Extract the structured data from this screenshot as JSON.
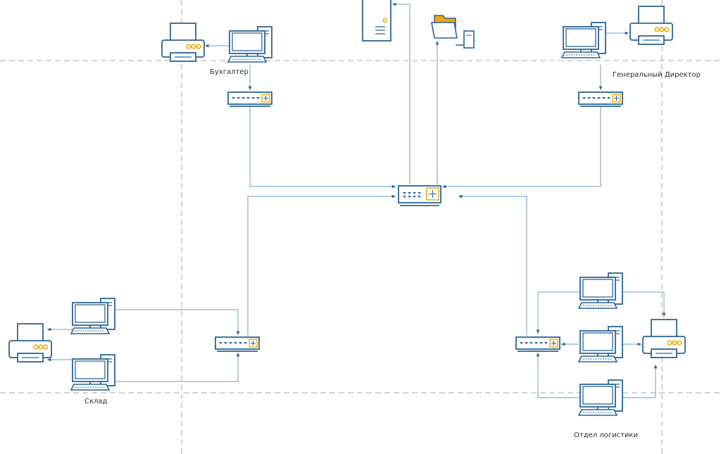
{
  "labels": {
    "accountant": "Бухгалтер",
    "director": "Генеральный Директор",
    "warehouse": "Склад",
    "logistics": "Отдел логистики"
  },
  "colors": {
    "line": "#2a6496",
    "connector": "#6a9ec8",
    "accent": "#f2a900",
    "guide": "#a8a8a8",
    "label": "#1f2a36"
  },
  "icons": {
    "workstation": "workstation-icon",
    "printer": "printer-icon",
    "switch": "switch-icon",
    "router": "router-icon",
    "server": "server-icon",
    "file-server": "file-server-icon"
  }
}
